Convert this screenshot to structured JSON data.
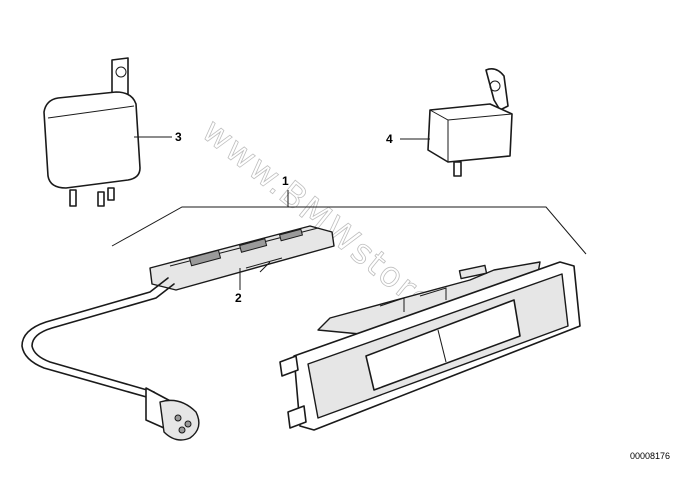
{
  "callouts": {
    "c1": "1",
    "c2": "2",
    "c3": "3",
    "c4": "4"
  },
  "diagram_code": "00008176",
  "watermark": "www.BMWstore.pl"
}
